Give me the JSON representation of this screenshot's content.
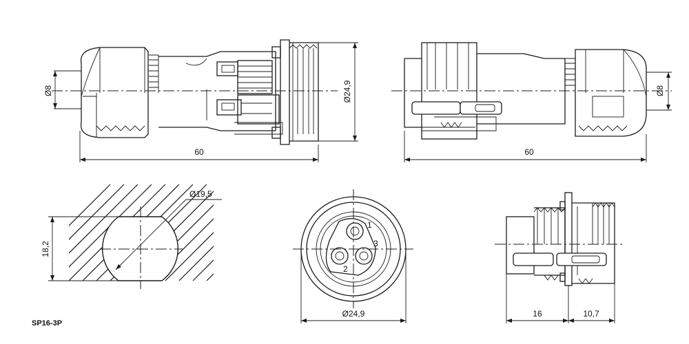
{
  "part_code": "SP16-3P",
  "plug_view": {
    "length": "60",
    "cable_dia": "Ø8",
    "body_dia": "Ø24,9"
  },
  "socket_view": {
    "length": "60",
    "cable_dia": "Ø8"
  },
  "panel_cutout": {
    "hole_dia": "Ø19,5",
    "flat_width": "18,2"
  },
  "front_view": {
    "face_dia": "Ø24,9",
    "pin_labels": [
      "1",
      "2",
      "3"
    ]
  },
  "panel_socket": {
    "length_a": "16",
    "length_b": "10,7"
  }
}
